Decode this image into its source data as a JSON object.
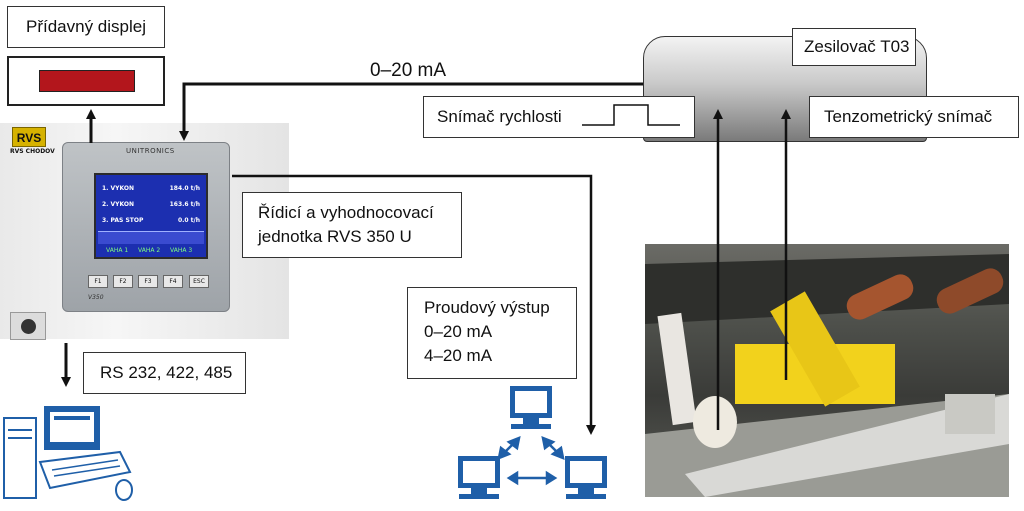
{
  "labels": {
    "extra_display": "Přídavný displej",
    "current_top": "0–20 mA",
    "amplifier": "Zesilovač T03",
    "speed_sensor": "Snímač rychlosti",
    "strain_sensor": "Tenzometrický snímač",
    "control_unit_line1": "Řídicí a vyhodnocovací",
    "control_unit_line2": "jednotka RVS 350 U",
    "current_output_title": "Proudový výstup",
    "current_output_1": "0–20 mA",
    "current_output_2": "4–20 mA",
    "serial": "RS 232, 422, 485"
  },
  "device": {
    "logo": "RVS",
    "logo_sub": "RVS CHODOV",
    "brand": "UNITRONICS",
    "model": "V350",
    "rows": [
      {
        "name": "1. VYKON",
        "value": "184.0 t/h"
      },
      {
        "name": "2. VYKON",
        "value": "163.6 t/h"
      },
      {
        "name": "3. PAS STOP",
        "value": "0.0 t/h"
      }
    ],
    "scales": [
      "VAHA 1",
      "VAHA 2",
      "VAHA 3"
    ],
    "keys": [
      "F1",
      "F2",
      "F3",
      "F4",
      "ESC"
    ]
  },
  "colors": {
    "display_red": "#b3161c",
    "screen_blue": "#1c2fb0",
    "device_yellow": "#f2d21c",
    "computer_blue": "#1f5fa8"
  }
}
